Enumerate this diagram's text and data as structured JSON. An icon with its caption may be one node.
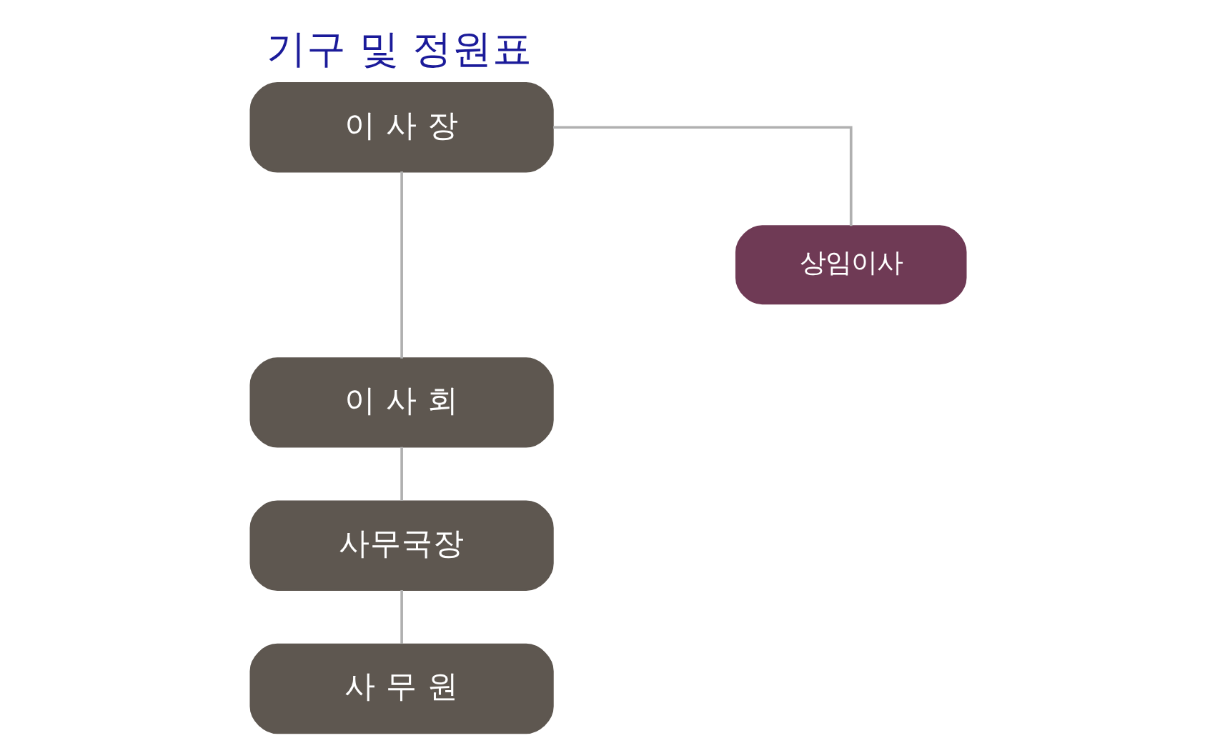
{
  "diagram": {
    "title": "기구 및 정원표",
    "nodes": [
      {
        "text": [
          "이 사 장"
        ]
      },
      {
        "text": [
          "상임이사"
        ]
      },
      {
        "text": [
          "이 사 회"
        ]
      },
      {
        "text": [
          "사무국장"
        ]
      },
      {
        "text": [
          "사 무 원"
        ]
      }
    ],
    "edges": [
      {
        "from": 0,
        "to": 2,
        "arrow": "none"
      },
      {
        "from": 0,
        "to": 1,
        "arrow": "none"
      },
      {
        "from": 2,
        "to": 3,
        "arrow": "none"
      },
      {
        "from": 3,
        "to": 4,
        "arrow": "none"
      }
    ]
  }
}
